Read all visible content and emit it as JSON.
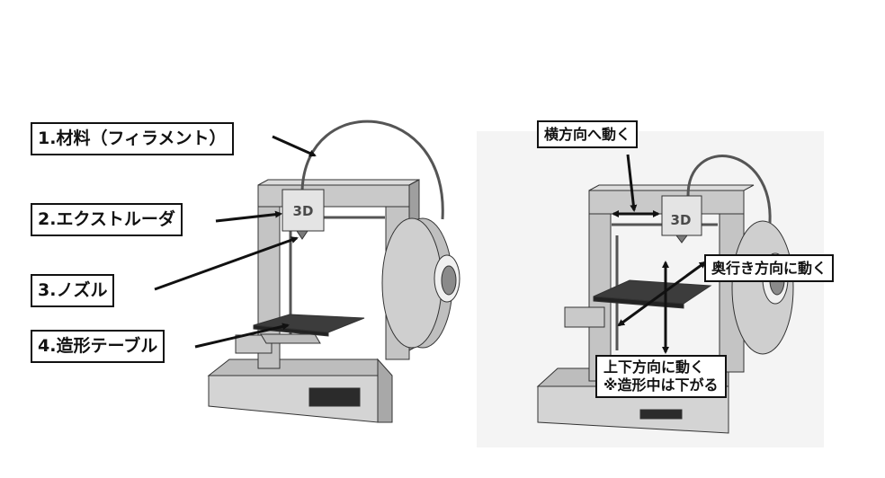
{
  "left_panel": {
    "labels": {
      "filament": "1.材料（フィラメント）",
      "extruder": "2.エクストルーダ",
      "nozzle": "3.ノズル",
      "build_table": "4.造形テーブル"
    },
    "head_badge": "3D"
  },
  "right_panel": {
    "labels": {
      "horizontal": "横方向へ動く",
      "depth": "奥行き方向に動く",
      "vertical_line1": "上下方向に動く",
      "vertical_line2": "※造形中は下がる"
    },
    "head_badge": "3D"
  }
}
